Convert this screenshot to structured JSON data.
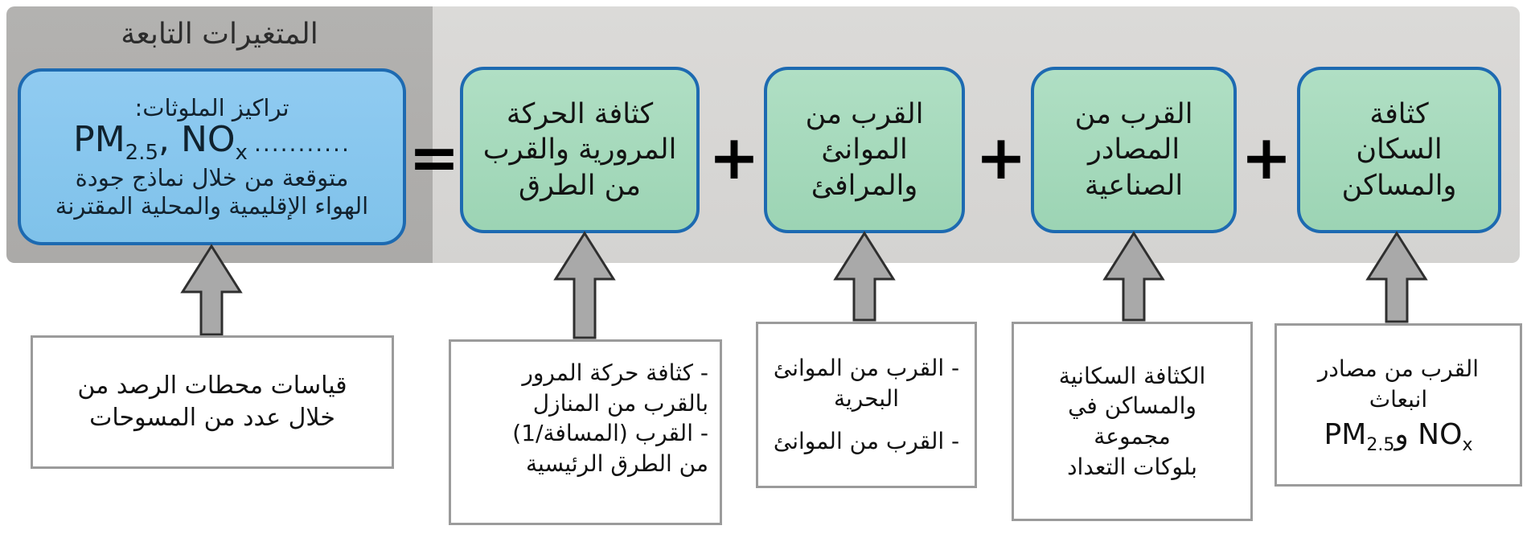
{
  "colors": {
    "panel_dark": "#abaaa8",
    "panel_light": "#d6d5d3",
    "blue_fill": "#87c7ee",
    "blue_border": "#1d6ab1",
    "green_fill": "#a6d9bc",
    "green_border": "#1d6ab1",
    "arrow_fill": "#a9a9a9",
    "arrow_border": "#2f2f2f",
    "white_box_border": "#9b9b9b"
  },
  "panel": {
    "title": "المتغيرات التابعة",
    "blue_box": {
      "line1": "تراكيز الملوثات:",
      "pm": "PM",
      "pm_sub": "2.5",
      "comma": ", ",
      "no": "NO",
      "no_sub": "x",
      "dots": "...........",
      "line3": "متوقعة من خلال نماذج جودة",
      "line4": "الهواء الإقليمية والمحلية المقترنة"
    }
  },
  "equation": {
    "equals": "=",
    "plus": "+",
    "terms": [
      [
        "كثافة الحركة",
        "المرورية والقرب",
        "من الطرق"
      ],
      [
        "القرب من",
        "الموانئ",
        "والمرافئ"
      ],
      [
        "القرب من",
        "المصادر",
        "الصناعية"
      ],
      [
        "كثافة",
        "السكان",
        "والمساكن"
      ]
    ]
  },
  "sources": {
    "monitoring": [
      "قياسات محطات الرصد من",
      "خلال عدد من المسوحات"
    ],
    "traffic": {
      "line1": "- كثافة حركة المرور",
      "line2": "بالقرب من المنازل",
      "line3_text": "- القرب ",
      "line3_fraction": "(1/المسافة)",
      "line4": "من الطرق الرئيسية"
    },
    "ports": [
      "- القرب من الموانئ",
      "البحرية",
      "-  القرب من الموانئ"
    ],
    "census": [
      "الكثافة السكانية",
      "والمساكن في",
      "مجموعة",
      "بلوكات التعداد"
    ],
    "emissions": {
      "line1": "القرب من مصادر",
      "line2": "انبعاث",
      "pm": "PM",
      "pm_sub": "2.5",
      "and": "و",
      "no": "NO",
      "no_sub": "x"
    }
  }
}
